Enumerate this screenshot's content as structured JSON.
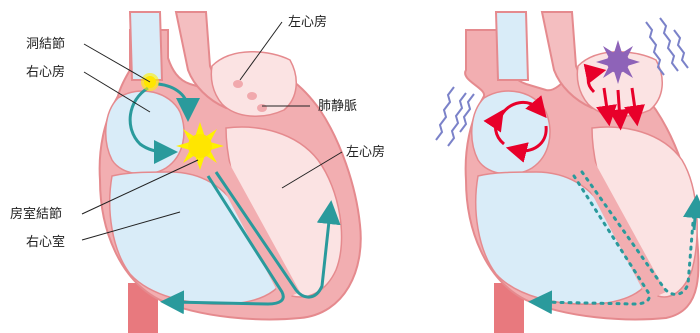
{
  "labels": {
    "sinus_node": "洞結節",
    "right_atrium": "右心房",
    "left_atrium_top": "左心房",
    "pulmonary_vein": "肺静脈",
    "left_atrium_right": "左心房",
    "av_node": "房室結節",
    "right_ventricle": "右心室"
  },
  "colors": {
    "heart_wall": "#f2aeb1",
    "heart_inner": "#fbe3e3",
    "right_chambers": "#d9ecf8",
    "outline": "#e58a8e",
    "vessel_root": "#e8797e",
    "conduction_path": "#2a9a9c",
    "node_spark": "#fff100",
    "ectopic_focus": "#8e63b8",
    "reentry_arrow": "#e8002a",
    "tremor_lines": "#7b82c9",
    "leader_line": "#222222"
  },
  "icons": [
    "sinus-node-spark-icon",
    "av-node-spark-icon",
    "ectopic-focus-icon",
    "circular-reentry-arrows-icon",
    "tremor-wave-icon"
  ]
}
